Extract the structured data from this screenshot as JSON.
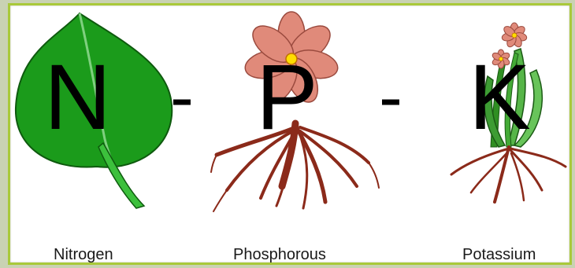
{
  "nutrients": [
    {
      "symbol": "N",
      "name": "Nitrogen"
    },
    {
      "symbol": "P",
      "name": "Phosphorous"
    },
    {
      "symbol": "K",
      "name": "Potassium"
    }
  ],
  "separator": "-",
  "colors": {
    "border": "#a9c93a",
    "leaf": "#1a9a1a",
    "petal": "#e08a7a",
    "root": "#8b2a1a",
    "flower_center": "#ffdd00",
    "stem": "#4fa83a"
  },
  "icons": [
    "leaf-icon",
    "flower-icon",
    "plant-icon"
  ]
}
